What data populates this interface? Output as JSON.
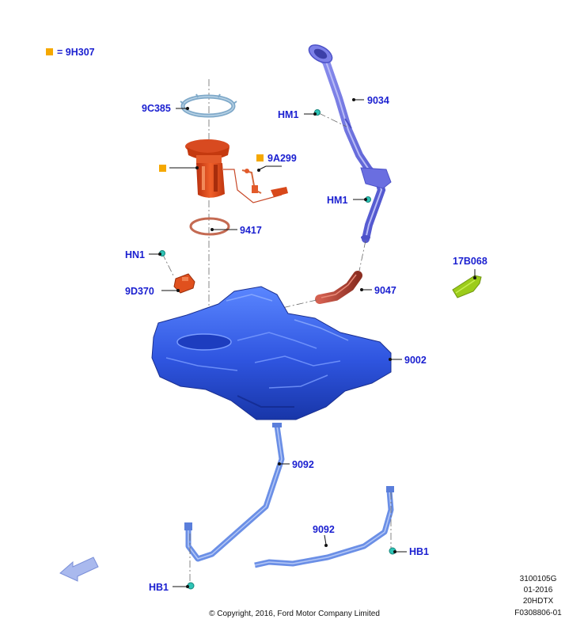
{
  "legend": {
    "marker_color": "#f5a800",
    "text": "= 9H307"
  },
  "callouts": {
    "c_9c385": "9C385",
    "c_9a299": "9A299",
    "c_9417": "9417",
    "c_hn1": "HN1",
    "c_9d370": "9D370",
    "c_hm1_top": "HM1",
    "c_9034": "9034",
    "c_hm1_bottom": "HM1",
    "c_9047": "9047",
    "c_17b068": "17B068",
    "c_9002": "9002",
    "c_9092_left": "9092",
    "c_9092_right": "9092",
    "c_hb1_right": "HB1",
    "c_hb1_left": "HB1"
  },
  "footer": {
    "copyright": "© Copyright, 2016, Ford Motor Company Limited",
    "code1": "3100105G",
    "code2": "01-2016",
    "code3": "20HDTX",
    "code4": "F0308806-01"
  },
  "colors": {
    "callout_text": "#1a1fd0",
    "fuel_pump": "#e0451b",
    "tank": "#2f55e0",
    "filler_pipe": "#6a6ee0",
    "strap": "#6b8fe6",
    "hose": "#b84a3a",
    "bracket": "#9ccc1a",
    "fastener": "#2ec4b6",
    "direction_arrow": "#a9b9ee"
  }
}
